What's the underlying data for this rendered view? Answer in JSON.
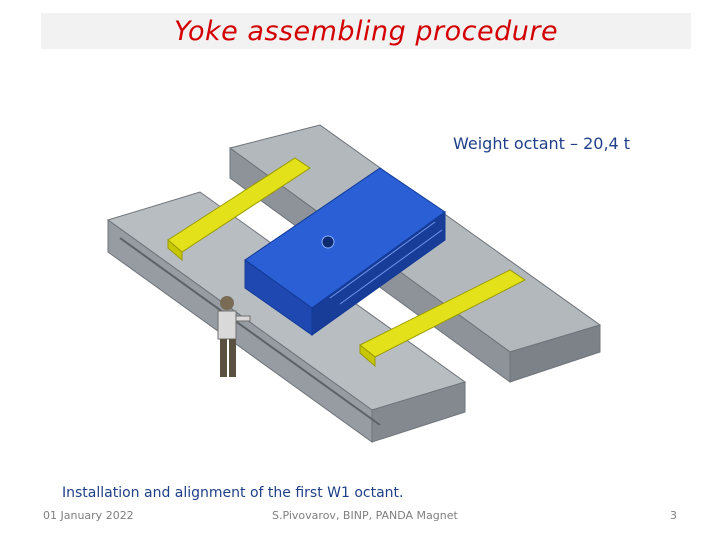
{
  "slide": {
    "title": "Yoke assembling procedure",
    "weight_label": "Weight octant – 20,4 t",
    "caption": "Installation and alignment of the first W1 octant.",
    "footer": {
      "date": "01 January 2022",
      "author": "S.Pivovarov, BINP,  PANDA Magnet",
      "page": "3"
    }
  },
  "colors": {
    "title": "#d40000",
    "text_blue": "#1f3f88",
    "octant_blue": "#2a5fd6",
    "beam_yellow": "#e3e21a",
    "frame_gray": "#a9aeb3"
  }
}
